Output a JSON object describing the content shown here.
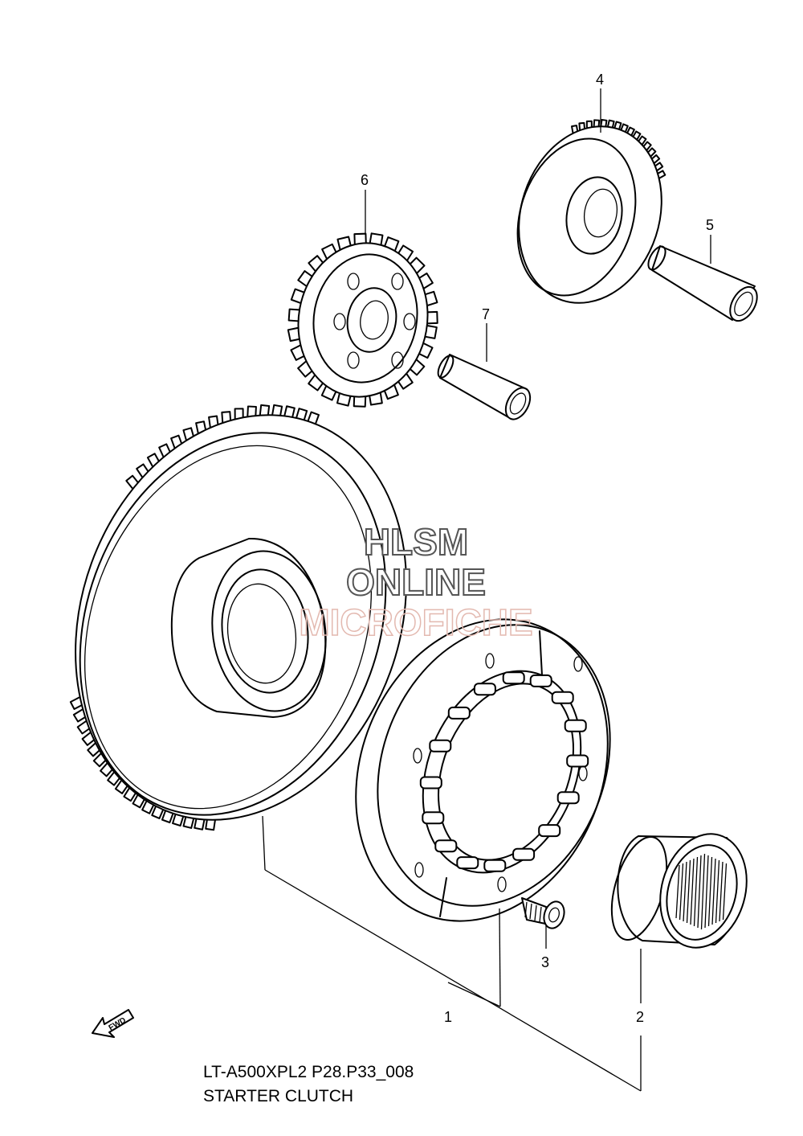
{
  "diagram": {
    "title": "STARTER CLUTCH",
    "code": "LT-A500XPL2 P28.P33_008",
    "watermark": [
      "HLSM",
      "ONLINE",
      "MICROFICHE"
    ],
    "direction_indicator": "FWD",
    "callouts": [
      "1",
      "2",
      "3",
      "4",
      "5",
      "6",
      "7"
    ],
    "parts": [
      {
        "ref": "1",
        "name": "starter-clutch-assembly"
      },
      {
        "ref": "2",
        "name": "needle-bearing"
      },
      {
        "ref": "3",
        "name": "bolt"
      },
      {
        "ref": "4",
        "name": "idle-gear-no-1"
      },
      {
        "ref": "5",
        "name": "shaft"
      },
      {
        "ref": "6",
        "name": "idle-gear-no-2"
      },
      {
        "ref": "7",
        "name": "shaft"
      }
    ]
  }
}
